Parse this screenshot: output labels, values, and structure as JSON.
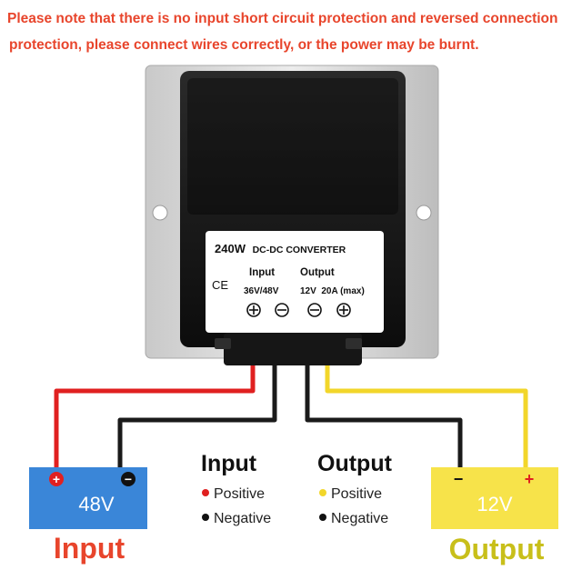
{
  "notice": {
    "line1": "Please note that there is no input short circuit protection and reversed connection",
    "line2": "protection, please connect wires correctly, or the power may be burnt."
  },
  "converter": {
    "model": "240W",
    "name": "DC-DC CONVERTER",
    "ce_mark": "CE",
    "input_header": "Input",
    "output_header": "Output",
    "input_spec": "36V/48V",
    "output_spec": "12V  20A (max)"
  },
  "input_battery": {
    "voltage": "48V",
    "plus": "+",
    "minus": "−",
    "color": "#3a86d8",
    "caption": "Input",
    "caption_color": "#e8452c"
  },
  "output_battery": {
    "voltage": "12V",
    "plus": "+",
    "minus": "−",
    "color": "#f7e34a",
    "caption": "Output",
    "caption_color": "#c8bf1a"
  },
  "legend": {
    "input": {
      "title": "Input",
      "positive": "Positive",
      "negative": "Negative",
      "positive_color": "#e02020",
      "negative_color": "#111111"
    },
    "output": {
      "title": "Output",
      "positive": "Positive",
      "negative": "Negative",
      "positive_color": "#f2d62a",
      "negative_color": "#111111"
    }
  },
  "wires": {
    "input_positive_color": "#e02020",
    "output_positive_color": "#f2d62a",
    "negative_color": "#1a1a1a"
  },
  "icons": [
    "plus-terminal-icon",
    "minus-terminal-icon",
    "mount-hole-icon",
    "legend-dot-icon"
  ]
}
